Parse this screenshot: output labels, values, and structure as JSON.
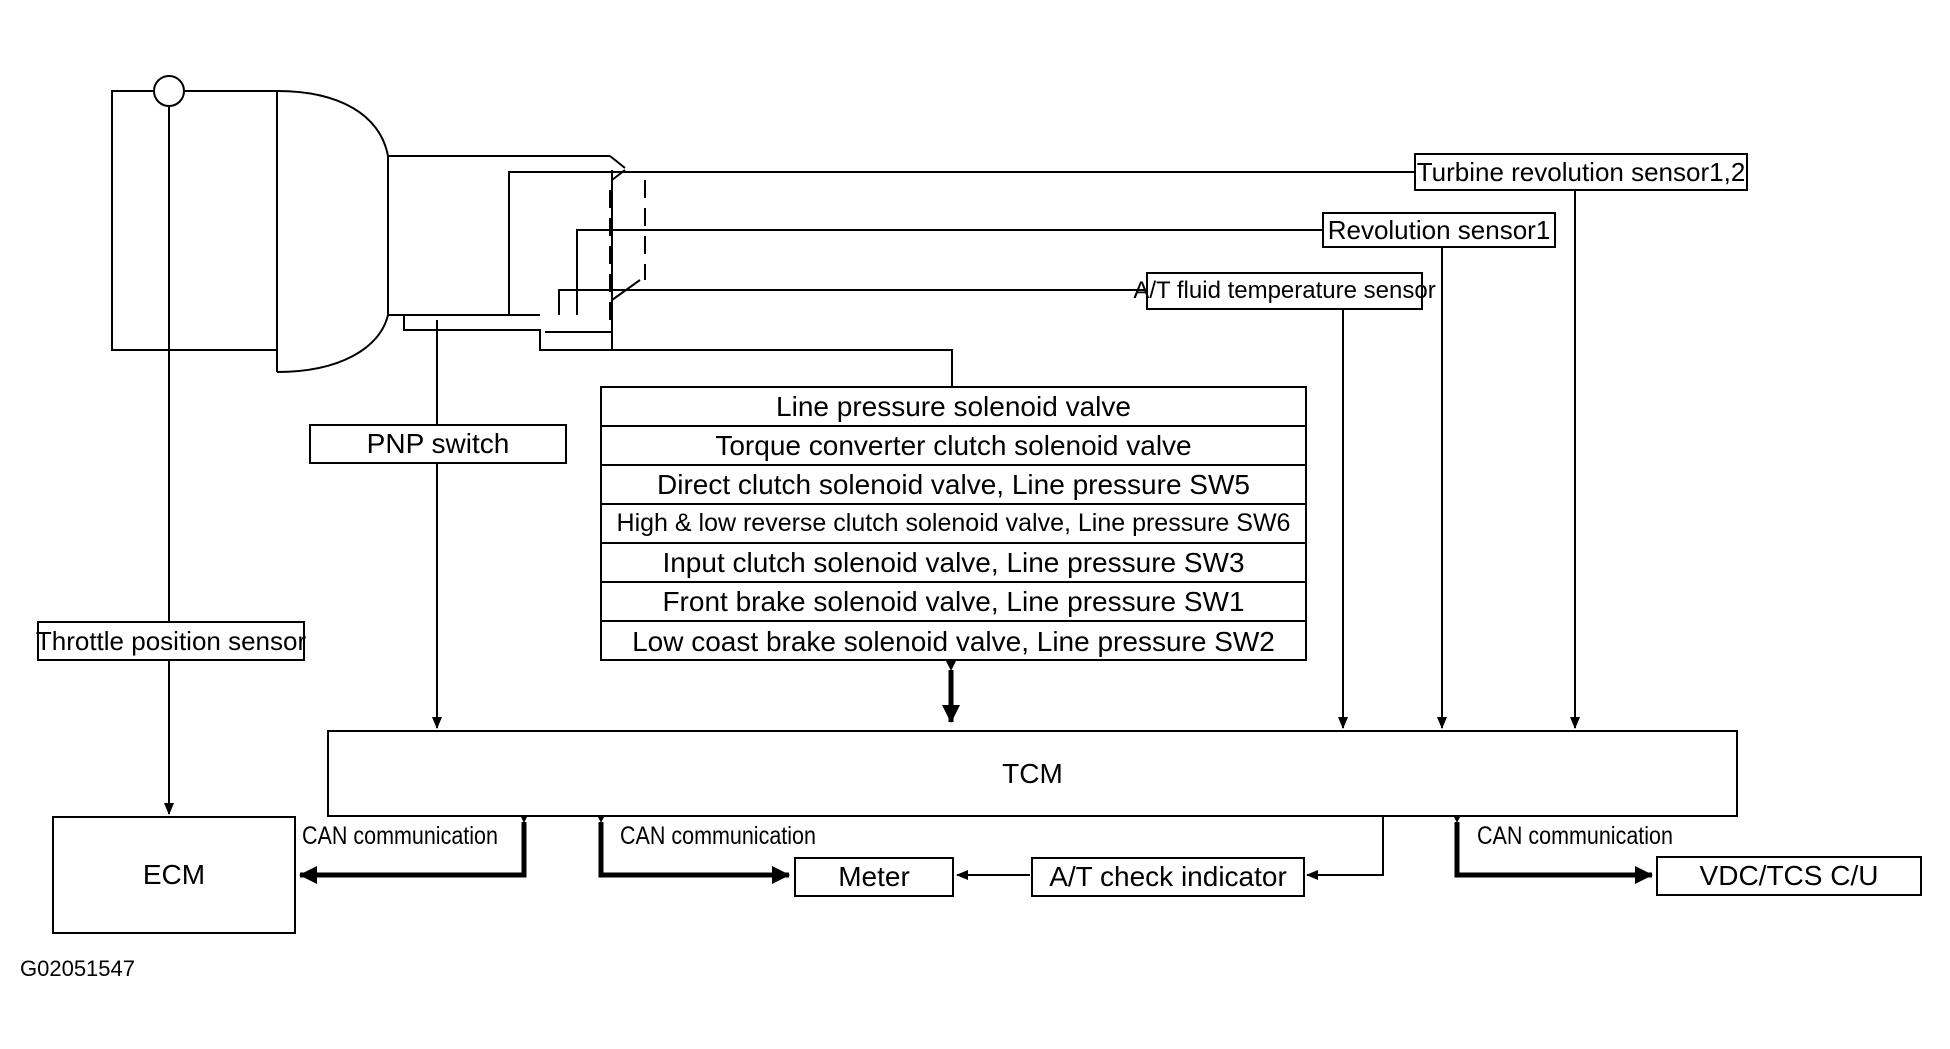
{
  "sensors": {
    "turbine": "Turbine revolution sensor1,2",
    "revolution": "Revolution sensor1",
    "fluid_temp": "A/T fluid temperature sensor",
    "throttle": "Throttle position sensor",
    "pnp": "PNP switch"
  },
  "solenoids": [
    "Line pressure solenoid valve",
    "Torque converter clutch solenoid valve",
    "Direct clutch solenoid valve, Line pressure SW5",
    "High & low reverse clutch solenoid valve, Line pressure SW6",
    "Input clutch solenoid valve, Line pressure SW3",
    "Front brake solenoid valve, Line pressure SW1",
    "Low coast  brake solenoid valve, Line pressure SW2"
  ],
  "units": {
    "tcm": "TCM",
    "ecm": "ECM",
    "meter": "Meter",
    "check": "A/T check indicator",
    "vdc": "VDC/TCS C/U"
  },
  "links": {
    "can1": "CAN communication",
    "can2": "CAN communication",
    "can3": "CAN communication"
  },
  "ref_code": "G02051547"
}
